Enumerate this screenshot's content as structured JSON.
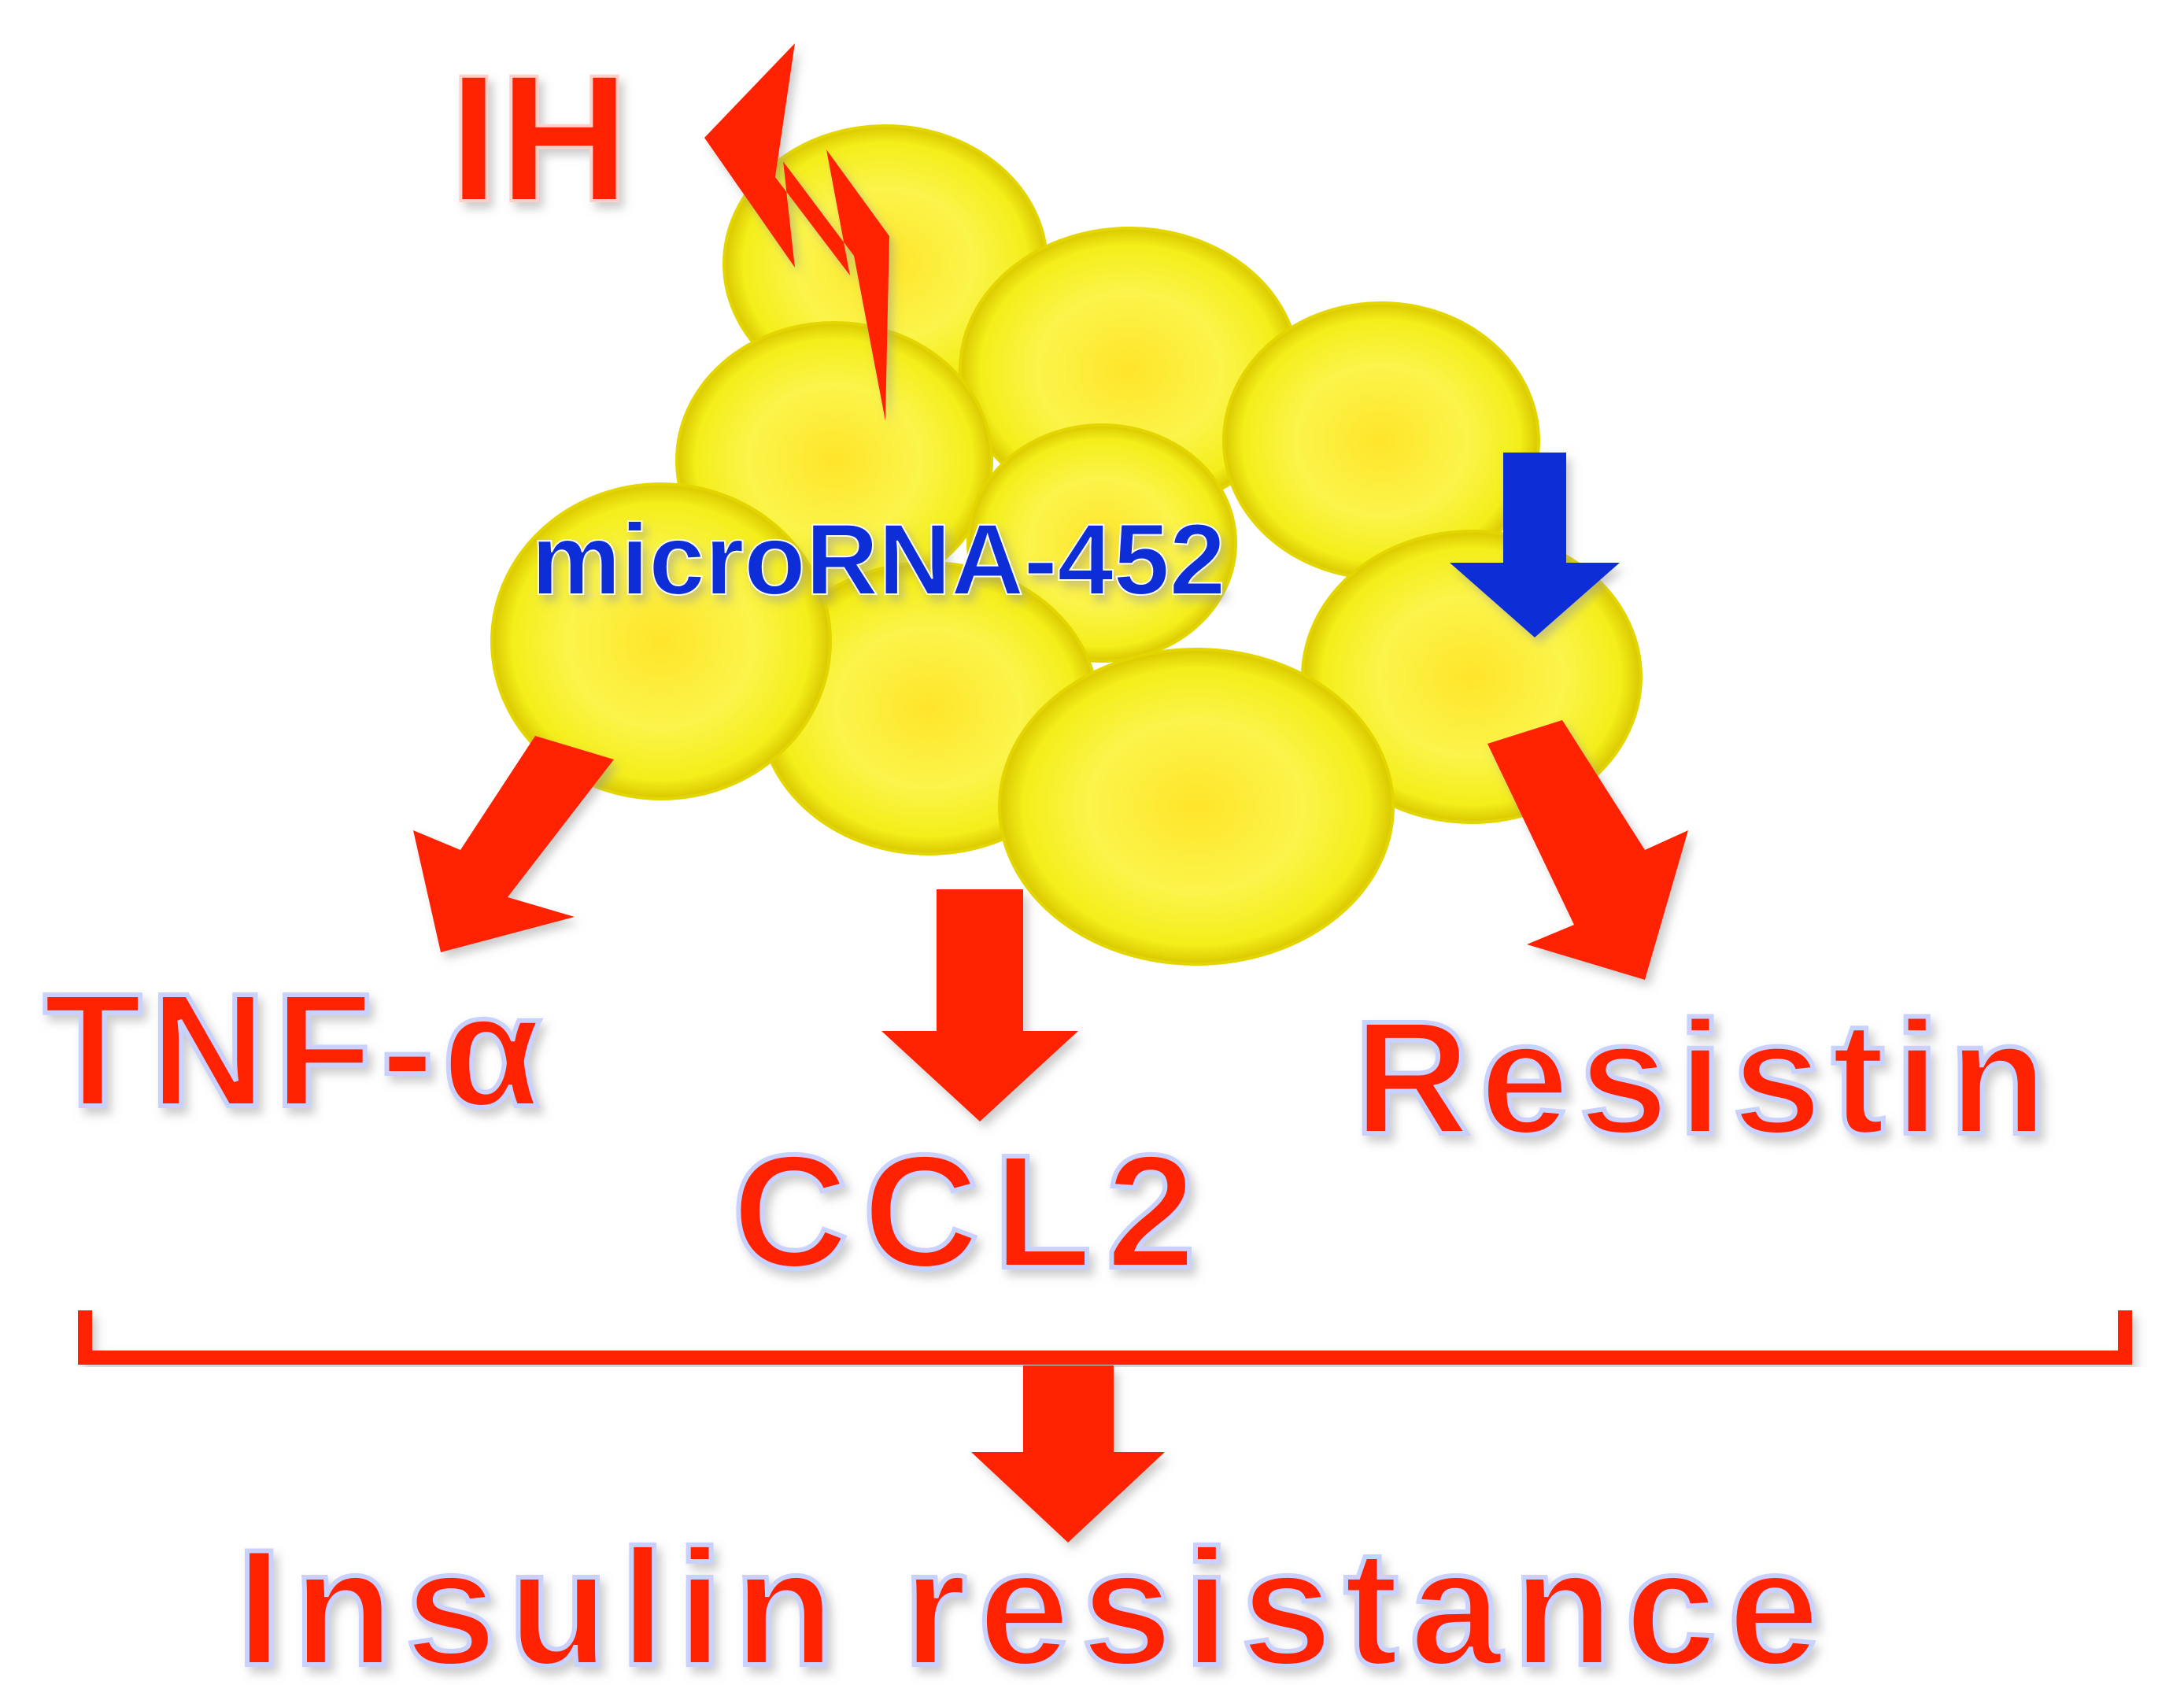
{
  "labels": {
    "trigger": "IH",
    "mirna": "microRNA-452",
    "factor_left": "TNF-α",
    "factor_center": "CCL2",
    "factor_right": "Resistin",
    "outcome": "Insulin resistance"
  },
  "colors": {
    "red": "#ff2200",
    "blue": "#0a2fd6",
    "fat_cell": "#f5ec22",
    "label_outline": "#c9d2ff"
  },
  "icons": {
    "lightning": "lightning-bolt-icon",
    "down_arrow": "down-arrow-icon"
  }
}
